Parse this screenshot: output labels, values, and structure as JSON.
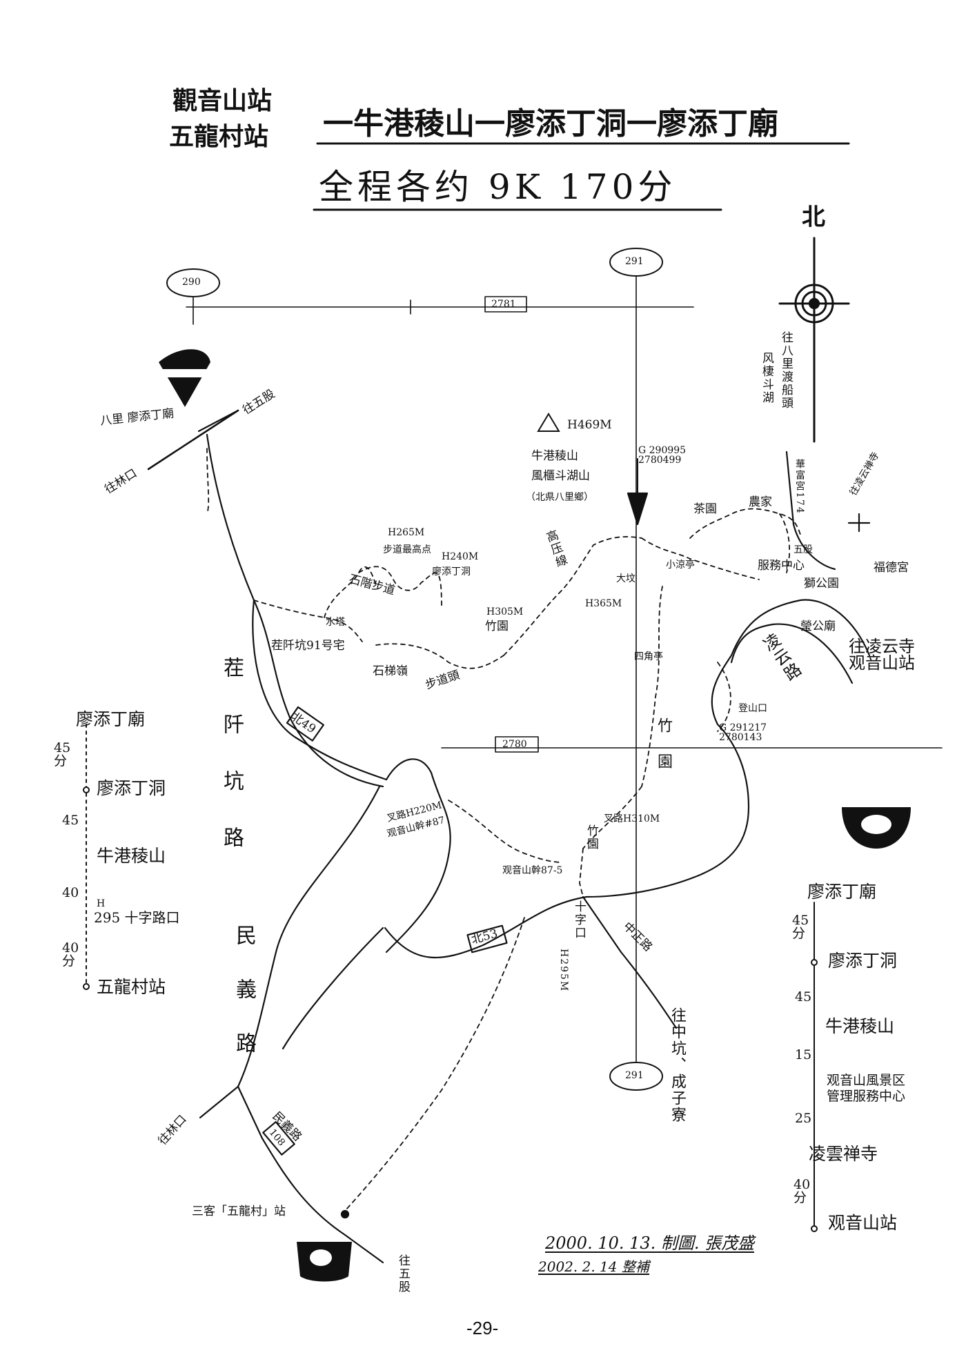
{
  "title": {
    "stations": [
      "觀音山站",
      "五龍村站"
    ],
    "route": "一牛港稜山一廖添丁洞一廖添丁廟",
    "summary": "全程各约 9K 170分"
  },
  "compass": {
    "north": "北"
  },
  "grid": {
    "x290": "290",
    "x291_top": "291",
    "x291_bottom": "291",
    "y2781": "2781",
    "y2780": "2780"
  },
  "labels": {
    "bali_temple": "八里 廖添丁廟",
    "to_wugu": "往五股",
    "to_linkou_top": "往林口",
    "to_bali_ferry": "往八里渡船頭",
    "to_fengqi": "风棲斗湖",
    "to_lingyun_chan": "往凌云禅寺",
    "peak_height": "H469M",
    "peak_name": "牛港稜山",
    "peak_alias": "風櫃斗湖山",
    "peak_region": "（北県八里鄉）",
    "peak_grid": "G 290995 2780499",
    "h265": "H265M",
    "h265_name": "步道最高点",
    "h240": "H240M",
    "h240_name": "廖添丁洞",
    "stone_trail": "石階步道",
    "shuita": "水塔",
    "zhuwei": "茬阡坑91号宅",
    "shiti": "石梯嶺",
    "trailhead": "步道頭",
    "h305": "H305M",
    "zhuyuan1": "竹園",
    "power_line": "高压線",
    "h365": "H365M",
    "dafenshan": "大坟",
    "xiaoliangting": "小涼亭",
    "siting": "四角亭",
    "chayuan": "茶園",
    "nongjia": "農家",
    "huazhai": "華富宮174",
    "wubanzi": "五股",
    "service": "服務中心",
    "lion_park": "獅公園",
    "fude": "福德宮",
    "yingong": "瑩公廟",
    "to_guanyin_station": "往凌云寺观音山站",
    "lingyun_road": "凌云路",
    "dengshankou": "登山口",
    "dengshan_grid": "G 291217 2780143",
    "zhuyuan_road": "竹園",
    "zhuyuan2": "竹園",
    "fork_220": "叉路H220M",
    "guanyin_87": "观音山幹#87",
    "fork_310": "叉路H310M",
    "guanyin_875": "观音山幹87-5",
    "shizikou": "十字口",
    "h295": "H295M",
    "zhongzheng": "中正路",
    "to_zhongkeng": "往中坑、成子寮",
    "minyi_road": "民義路",
    "bei49": "北49",
    "bei53": "北53",
    "to_linkou_bottom": "往林口",
    "b108": "108",
    "minyi_road2": "民義路",
    "wulong_station": "三客「五龍村」站",
    "to_wugu_bottom": "往五股",
    "zhuwei_road": "茬阡坑路"
  },
  "legend_left": {
    "stops": [
      "廖添丁廟",
      "廖添丁洞",
      "牛港稜山",
      "295 十字路口",
      "五龍村站"
    ],
    "times": [
      "45 分",
      "45",
      "40",
      "40 分"
    ],
    "h": "H"
  },
  "legend_right": {
    "stops": [
      "廖添丁廟",
      "廖添丁洞",
      "牛港稜山",
      "观音山風景区 管理服務中心",
      "凌雲禅寺",
      "观音山站"
    ],
    "times": [
      "45 分",
      "45",
      "15",
      "25",
      "40 分"
    ]
  },
  "credits": {
    "line1": "2000. 10. 13. 制圖. 張茂盛",
    "line2": "2002. 2. 14 整補"
  },
  "page_number": "-29-"
}
